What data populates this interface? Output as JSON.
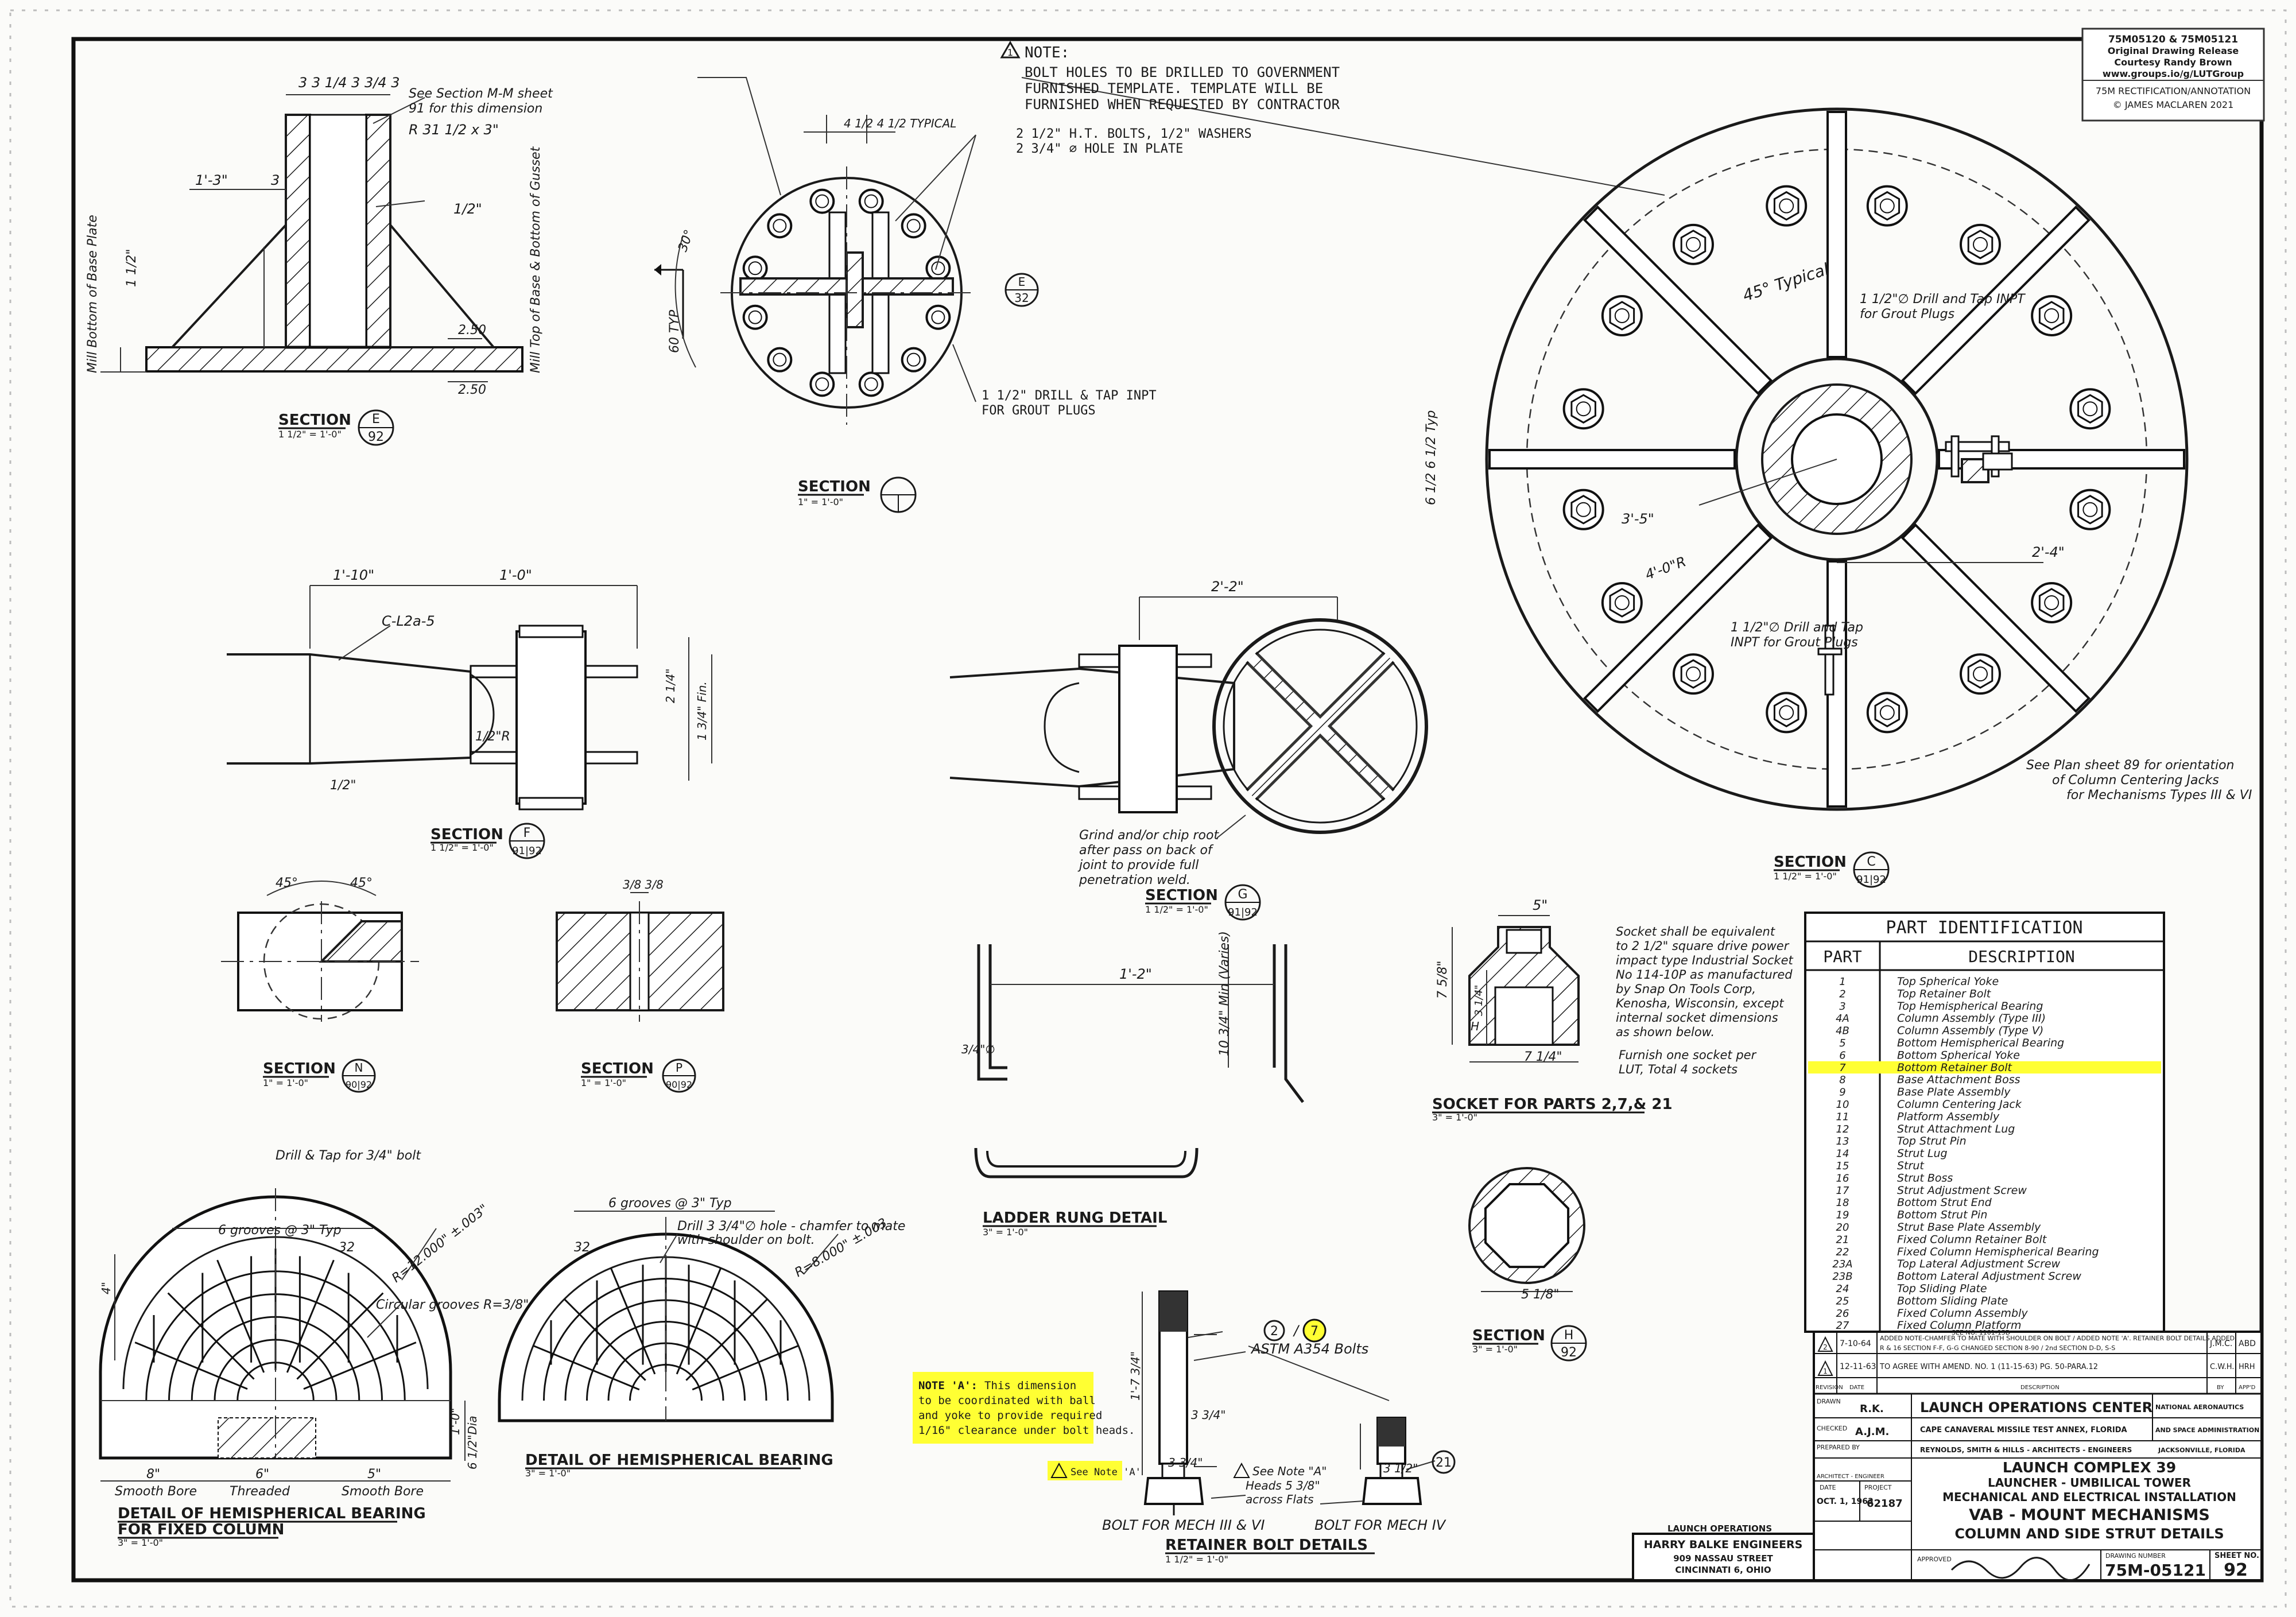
{
  "credits": {
    "line1": "75M05120 & 75M05121",
    "line2": "Original Drawing Release",
    "line3": "Courtesy Randy Brown",
    "line4": "www.groups.io/g/LUTGroup",
    "line5": "75M RECTIFICATION/ANNOTATION",
    "line6": "© JAMES MACLAREN 2021"
  },
  "section_e": {
    "title": "SECTION",
    "letter": "E",
    "sheet": "92",
    "scale": "1 1/2\" = 1'-0\"",
    "dim_top": "3  3 1/4  3 3/4  3",
    "note_sect": "See Section M-M sheet",
    "note_sect2": "91 for this dimension",
    "radius": "R 31 1/2 x 3\"",
    "dim_13": "1'-3\"",
    "dim_3": "3",
    "weld": "1/2\"",
    "dim_15": "1 1/2\"",
    "left_label": "Mill Bottom of Base Plate",
    "right_label": "Mill Top of Base & Bottom of Gusset",
    "dim_250": "2.50",
    "dim_250b": "2.50"
  },
  "section_t": {
    "title": "SECTION",
    "scale": "1\" = 1'-0\"",
    "note_a": "NOTE:",
    "note_1": "BOLT HOLES TO BE DRILLED TO GOVERNMENT",
    "note_2": "FURNISHED TEMPLATE. TEMPLATE WILL BE",
    "note_3": "FURNISHED WHEN REQUESTED BY CONTRACTOR",
    "typical": "4 1/2  4 1/2  TYPICAL",
    "bolts_1": "2 1/2\" H.T. BOLTS, 1/2\" WASHERS",
    "bolts_2": "2 3/4\" ∅ HOLE IN PLATE",
    "drill_1": "1 1/2\" DRILL & TAP INPT",
    "drill_2": "FOR GROUT PLUGS",
    "angle": "30°",
    "dim_v": "60 TYP",
    "e_letter": "E",
    "e_sheet": "32"
  },
  "section_c": {
    "title": "SECTION",
    "letter": "C",
    "sheet": "91|92",
    "scale": "1 1/2\" = 1'-0\"",
    "typical": "45° Typical",
    "drill_1": "1 1/2\"∅ Drill and Tap INPT",
    "drill_2": "for Grout Plugs",
    "drill_3": "1 1/2\"∅ Drill and Tap",
    "drill_4": "INPT for Grout Plugs",
    "dim_35": "3'-5\"",
    "dim_40r": "4'-0\"R",
    "dim_24": "2'-4\"",
    "dim_typ": "6 1/2  6 1/2  Typ",
    "see_1": "See Plan sheet 89 for orientation",
    "see_2": "of Column Centering Jacks",
    "see_3": "for Mechanisms Types III & VI"
  },
  "section_f": {
    "title": "SECTION",
    "letter": "F",
    "sheet": "91|92",
    "scale": "1 1/2\" = 1'-0\"",
    "dim_110": "1'-10\"",
    "dim_10": "1'-0\"",
    "weld": "C-L2a-5",
    "dim_r": "1/2\"R",
    "dim_1": "1/2\"",
    "dim_v1": "2 1/4\"",
    "dim_v2": "1 3/4\" Fin."
  },
  "section_g": {
    "title": "SECTION",
    "letter": "G",
    "sheet": "91|92",
    "scale": "1 1/2\" = 1'-0\"",
    "dim_22": "2'-2\"",
    "note_1": "Grind and/or chip root",
    "note_2": "after pass on back of",
    "note_3": "joint to provide full",
    "note_4": "penetration weld."
  },
  "section_n": {
    "title": "SECTION",
    "letter": "N",
    "sheet": "90|92",
    "scale": "1\" = 1'-0\"",
    "angle": "45°",
    "angle2": "45°"
  },
  "section_p": {
    "title": "SECTION",
    "letter": "P",
    "sheet": "90|92",
    "scale": "1\" = 1'-0\"",
    "dim": "3/8  3/8"
  },
  "ladder": {
    "title": "LADDER RUNG DETAIL",
    "scale": "3\" = 1'-0\"",
    "dim_12": "1'-2\"",
    "dim_34": "3/4\"∅",
    "dim_10": "10 3/4\" Min (Varies)"
  },
  "socket": {
    "title": "SOCKET FOR PARTS 2,7,& 21",
    "scale": "3\" = 1'-0\"",
    "n1": "Socket shall be equivalent",
    "n2": "to 2 1/2\" square drive power",
    "n3": "impact type Industrial Socket",
    "n4": "No 114-10P as manufactured",
    "n5": "by Snap On Tools Corp,",
    "n6": "Kenosha, Wisconsin, except",
    "n7": "internal socket dimensions",
    "n8": "as shown below.",
    "n9": "Furnish one socket per",
    "n10": "LUT, Total 4 sockets",
    "dim_5": "5\"",
    "dim_78": "7 5/8\"",
    "dim_34": "3 1/4\"",
    "dim_h": "H",
    "dim_74": "7 1/4\""
  },
  "section_h": {
    "title": "SECTION",
    "letter": "H",
    "sheet": "92",
    "scale": "3\" = 1'-0\"",
    "dim": "5 1/8\""
  },
  "hemi_fixed": {
    "title_1": "DETAIL OF HEMISPHERICAL BEARING",
    "title_2": "FOR FIXED COLUMN",
    "scale": "3\" = 1'-0\"",
    "drill": "Drill & Tap for 3/4\" bolt",
    "grooves": "6 grooves @ 3\" Typ",
    "rad": "R=12.000\" ±.003\"",
    "circ": "Circular grooves R=3/8\"",
    "dim_32": "32",
    "b1": "8\"",
    "b2": "6\"",
    "b3": "5\"",
    "l1": "Smooth Bore",
    "l2": "Threaded",
    "l3": "Smooth Bore",
    "dim_4": "4\"",
    "dim_10": "1'-0\"",
    "dim_62": "6 1/2\"Dia"
  },
  "hemi_bearing": {
    "title": "DETAIL OF HEMISPHERICAL BEARING",
    "scale": "3\" = 1'-0\"",
    "grooves": "6 grooves @ 3\" Typ",
    "drill_1": "Drill 3 3/4\"∅ hole - chamfer to mate",
    "drill_2": "with shoulder on bolt.",
    "rad": "R=8.000\" ±.003",
    "dim_32": "32"
  },
  "retainer": {
    "title": "RETAINER BOLT DETAILS",
    "scale": "1 1/2\" = 1'-0\"",
    "note_a_title": "NOTE 'A':",
    "note_a_1": "This dimension",
    "note_a_2": "to be coordinated with ball",
    "note_a_3": "and yoke to provide required",
    "note_a_4": "1/16\" clearance under bolt heads.",
    "see_note": "See Note 'A'",
    "see_note2": "See Note \"A\"",
    "heads": "Heads 5 3/8\"",
    "flats": "across Flats",
    "astm": "ASTM A354 Bolts",
    "part_2": "2",
    "part_7": "7",
    "part_21": "21",
    "bolt_1": "BOLT FOR MECH III & VI",
    "bolt_2": "BOLT FOR MECH IV",
    "d1": "1'-7 3/4\"",
    "d2": "3 3/4\"",
    "d3": "3 3/4\"",
    "d4": "3 1/2\""
  },
  "parts": {
    "title": "PART IDENTIFICATION",
    "col_part": "PART",
    "col_desc": "DESCRIPTION",
    "rows": [
      [
        "1",
        "Top Spherical Yoke"
      ],
      [
        "2",
        "Top Retainer Bolt"
      ],
      [
        "3",
        "Top Hemispherical Bearing"
      ],
      [
        "4A",
        "Column Assembly (Type III)"
      ],
      [
        "4B",
        "Column Assembly (Type V)"
      ],
      [
        "5",
        "Bottom Hemispherical Bearing"
      ],
      [
        "6",
        "Bottom Spherical Yoke"
      ],
      [
        "7",
        "Bottom Retainer Bolt"
      ],
      [
        "8",
        "Base Attachment Boss"
      ],
      [
        "9",
        "Base Plate Assembly"
      ],
      [
        "10",
        "Column Centering Jack"
      ],
      [
        "11",
        "Platform Assembly"
      ],
      [
        "12",
        "Strut Attachment Lug"
      ],
      [
        "13",
        "Top Strut Pin"
      ],
      [
        "14",
        "Strut Lug"
      ],
      [
        "15",
        "Strut"
      ],
      [
        "16",
        "Strut Boss"
      ],
      [
        "17",
        "Strut Adjustment Screw"
      ],
      [
        "18",
        "Bottom Strut End"
      ],
      [
        "19",
        "Bottom Strut Pin"
      ],
      [
        "20",
        "Strut Base Plate Assembly"
      ],
      [
        "21",
        "Fixed Column Retainer Bolt"
      ],
      [
        "22",
        "Fixed Column Hemispherical Bearing"
      ],
      [
        "23A",
        "Top Lateral Adjustment Screw"
      ],
      [
        "23B",
        "Bottom Lateral Adjustment Screw"
      ],
      [
        "24",
        "Top Sliding Plate"
      ],
      [
        "25",
        "Bottom Sliding Plate"
      ],
      [
        "26",
        "Fixed Column Assembly"
      ],
      [
        "27",
        "Fixed Column Platform"
      ]
    ],
    "highlight_index": 7,
    "highlight_color": "#ffff33"
  },
  "title_block": {
    "rev1_date": "7-10-64",
    "rev1_desc": "ADDED NOTE-CHAMFER TO MATE WITH SHOULDER ON BOLT / ADDED NOTE 'A'. RETAINER BOLT DETAILS ADDED",
    "rev1_by": "J.M.C.",
    "rev1_appd": "ABD",
    "rev1b": "SEE NO. 1101-15D",
    "rev2_desc": "R & 16 SECTION F-F, G-G CHANGED SECTION 8-90 / 2nd SECTION D-D, S-S",
    "rev3_date": "12-11-63",
    "rev3_desc": "TO AGREE WITH AMEND. NO. 1 (11-15-63) PG. 50-PARA.12",
    "rev3_by": "C.W.H.",
    "rev3_appd": "HRH",
    "hdr_rev": "REVISION",
    "hdr_date": "DATE",
    "hdr_desc": "DESCRIPTION",
    "hdr_by": "BY",
    "hdr_appd": "APP'D",
    "drawn": "DRAWN",
    "drawn_by": "R.K.",
    "checked": "CHECKED",
    "checked_by": "A.J.M.",
    "prepared": "PREPARED BY",
    "arch": "ARCHITECT - ENGINEER",
    "date_lbl": "DATE",
    "date": "OCT. 1, 1963",
    "project_lbl": "PROJECT",
    "project": "62187",
    "center": "LAUNCH OPERATIONS CENTER",
    "nasa_1": "NATIONAL AERONAUTICS",
    "nasa_2": "AND SPACE ADMINISTRATION",
    "cape": "CAPE CANAVERAL MISSILE TEST ANNEX, FLORIDA",
    "rsm": "REYNOLDS, SMITH & HILLS - ARCHITECTS - ENGINEERS",
    "rsm_loc": "JACKSONVILLE, FLORIDA",
    "t1": "LAUNCH COMPLEX 39",
    "t2": "LAUNCHER - UMBILICAL TOWER",
    "t3": "MECHANICAL AND ELECTRICAL INSTALLATION",
    "t4": "VAB - MOUNT MECHANISMS",
    "t5": "COLUMN AND SIDE STRUT DETAILS",
    "hb_1": "HARRY BALKE ENGINEERS",
    "hb_2": "909 NASSAU STREET",
    "hb_3": "CINCINNATI 6, OHIO",
    "approved": "APPROVED",
    "dwg_lbl": "DRAWING NUMBER",
    "dwg": "75M-05121",
    "sheet_lbl": "SHEET NO.",
    "sheet": "92",
    "label_under": "LAUNCH OPERATIONS"
  }
}
